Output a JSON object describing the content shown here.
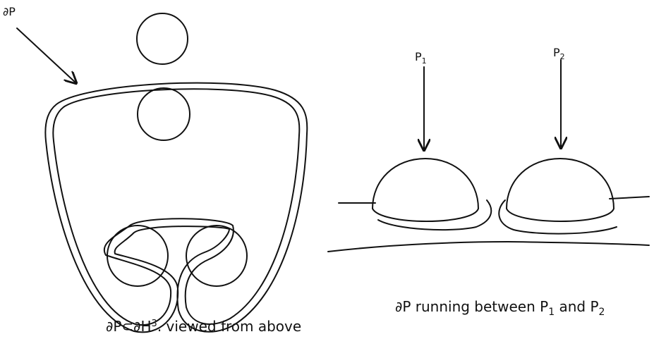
{
  "left_figure": {
    "label_boundary": "∂P",
    "caption": {
      "prefix": "∂P⊂∂H",
      "sup": "3",
      "suffix": ". viewed from above"
    }
  },
  "right_figure": {
    "label_p1": {
      "base": "P",
      "sub": "1"
    },
    "label_p2": {
      "base": "P",
      "sub": "2"
    },
    "caption": {
      "part1": "∂P running between P",
      "sub1": "1",
      "part2": " and P",
      "sub2": "2"
    }
  },
  "colors": {
    "ink": "#111111",
    "background": "#ffffff"
  }
}
